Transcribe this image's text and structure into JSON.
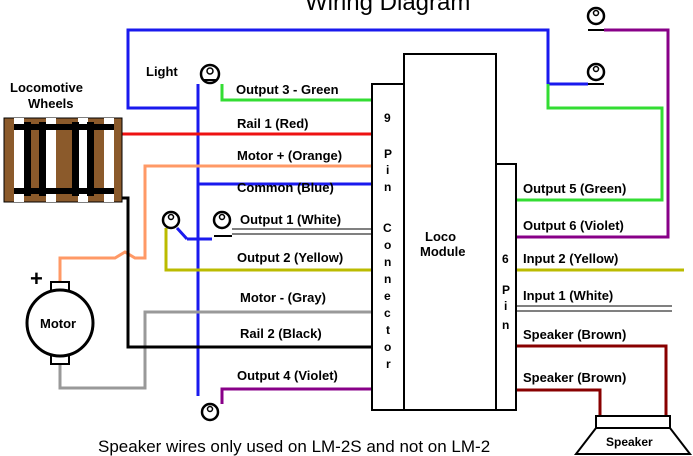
{
  "title": "Wiring Diagram",
  "locomotive_wheels_label": [
    "Locomotive",
    "Wheels"
  ],
  "light_label": "Light",
  "motor_label": "Motor",
  "motor_plus_sign": "+",
  "module_label": [
    "Loco",
    "Module"
  ],
  "connector_9pin": [
    "9",
    "P",
    "i",
    "n",
    "C",
    "o",
    "n",
    "n",
    "e",
    "c",
    "t",
    "o",
    "r"
  ],
  "connector_6pin": [
    "6",
    "P",
    "i",
    "n"
  ],
  "left_wires": [
    {
      "label": "Output 3 - Green",
      "color": "#33dd33"
    },
    {
      "label": "Rail 1 (Red)",
      "color": "#ee1111"
    },
    {
      "label": "Motor + (Orange)",
      "color": "#ff9966"
    },
    {
      "label": "Common  (Blue)",
      "color": "#1a1aee"
    },
    {
      "label": "Output 1 (White)",
      "color": "#ffffff"
    },
    {
      "label": "Output 2 (Yellow)",
      "color": "#bbbb00"
    },
    {
      "label": "Motor - (Gray)",
      "color": "#999999"
    },
    {
      "label": "Rail 2 (Black)",
      "color": "#000000"
    },
    {
      "label": "Output 4 (Violet)",
      "color": "#880088"
    }
  ],
  "right_wires": [
    {
      "label": "Output 5 (Green)",
      "color": "#33dd33"
    },
    {
      "label": "Output 6 (Violet)",
      "color": "#880088"
    },
    {
      "label": "Input 2 (Yellow)",
      "color": "#bbbb00"
    },
    {
      "label": "Input 1 (White)",
      "color": "#ffffff"
    },
    {
      "label": "Speaker (Brown)",
      "color": "#880000"
    },
    {
      "label": "Speaker (Brown)",
      "color": "#880000"
    }
  ],
  "speaker_label": "Speaker",
  "footnote": "Speaker wires only used on LM-2S and not on LM-2"
}
